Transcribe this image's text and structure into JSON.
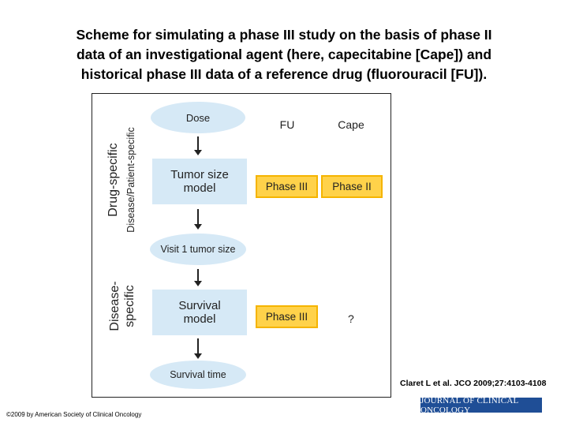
{
  "title": {
    "line1": "Scheme for simulating a phase III study on the basis of phase II",
    "line2": "data of an investigational agent (here, capecitabine [Cape]) and",
    "line3": "historical phase III data of a reference drug (fluorouracil [FU])."
  },
  "diagram": {
    "side_labels": {
      "drug_specific": "Drug-specific",
      "disease_patient_specific": "Disease/Patient-specific",
      "disease_specific_line1": "Disease-",
      "disease_specific_line2": "specific"
    },
    "nodes": {
      "dose": "Dose",
      "tumor_size_model_line1": "Tumor size",
      "tumor_size_model_line2": "model",
      "visit_tumor_size": "Visit 1 tumor size",
      "survival_model_line1": "Survival",
      "survival_model_line2": "model",
      "survival_time": "Survival time"
    },
    "columns": {
      "fu": "FU",
      "cape": "Cape"
    },
    "cells": {
      "tumor_fu": "Phase III",
      "tumor_cape": "Phase II",
      "survival_fu": "Phase III",
      "survival_cape": "?"
    },
    "colors": {
      "node_fill": "#d6e9f6",
      "phase_fill": "#ffd24a",
      "phase_border": "#f5b400"
    }
  },
  "footer": {
    "citation": "Claret L et al. JCO 2009;27:4103-4108",
    "copyright": "©2009 by American Society of Clinical Oncology",
    "journal": "JOURNAL OF CLINICAL ONCOLOGY"
  }
}
